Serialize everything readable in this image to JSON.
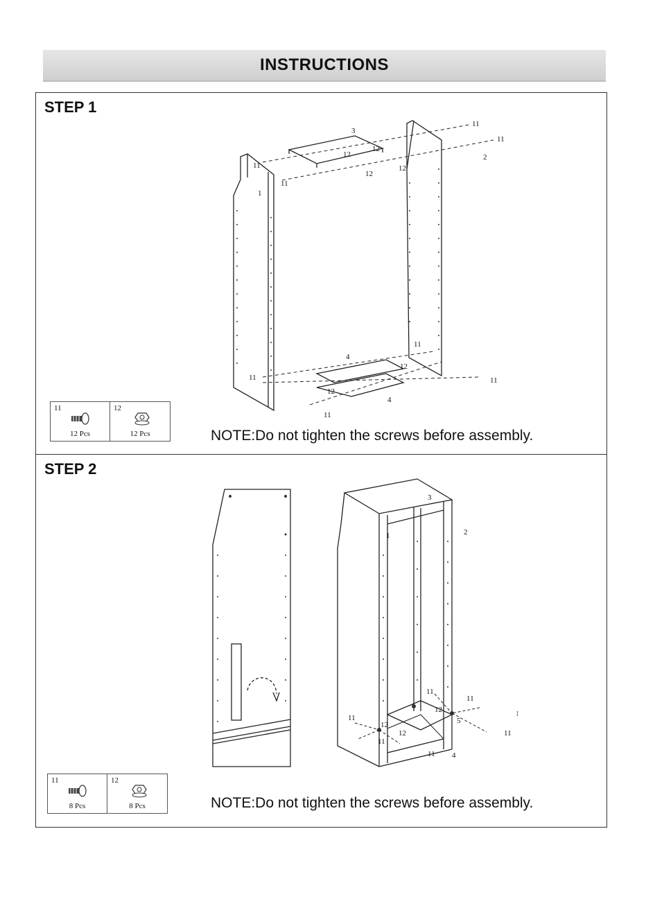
{
  "header": {
    "title": "INSTRUCTIONS"
  },
  "steps": [
    {
      "label": "STEP 1",
      "note": "NOTE:Do not tighten the screws before assembly.",
      "parts": [
        {
          "number": "11",
          "icon": "bolt-icon",
          "quantity": "12 Pcs"
        },
        {
          "number": "12",
          "icon": "nut-icon",
          "quantity": "12 Pcs"
        }
      ],
      "callouts": {
        "panel_left": "1",
        "panel_right": "2",
        "top_bar": "3",
        "bottom_bar": "4",
        "bottom_bar_front": "4",
        "screw": "11",
        "nut": "12"
      }
    },
    {
      "label": "STEP 2",
      "note": "NOTE:Do not tighten the screws before assembly.",
      "parts": [
        {
          "number": "11",
          "icon": "bolt-icon",
          "quantity": "8 Pcs"
        },
        {
          "number": "12",
          "icon": "nut-icon",
          "quantity": "8 Pcs"
        }
      ],
      "callouts": {
        "panel_left": "1",
        "panel_right": "2",
        "top_bar": "3",
        "bottom_bar": "4",
        "shelf": "5",
        "screw": "11",
        "nut": "12"
      }
    }
  ]
}
